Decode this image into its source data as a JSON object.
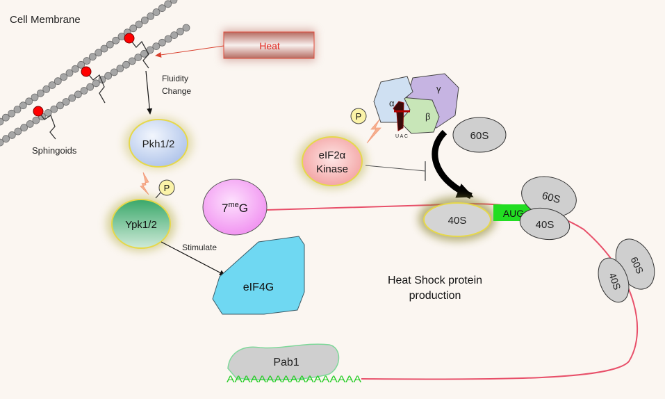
{
  "labels": {
    "cell_membrane": "Cell Membrane",
    "heat": "Heat",
    "fluidity_line1": "Fluidity",
    "fluidity_line2": "Change",
    "sphingoids": "Sphingoids",
    "pkh": "Pkh1/2",
    "ypk": "Ypk1/2",
    "phospho": "P",
    "stimulate": "Stimulate",
    "eif4g": "eIF4G",
    "cap_base": "7",
    "cap_sup": "me",
    "cap_g": "G",
    "kinase_line1": "eIF2α",
    "kinase_line2": "Kinase",
    "alpha": "α",
    "beta": "β",
    "gamma": "γ",
    "anticodon": "U A C",
    "ribo_60s": "60S",
    "ribo_40s": "40S",
    "aug": "AUG",
    "hsp_line1": "Heat Shock protein",
    "hsp_line2": "production",
    "pab1": "Pab1",
    "polya": "AAAAAAAAAAAAAAAAA"
  },
  "colors": {
    "background": "#fbf6f1",
    "phospho_dot": "#ff0000",
    "lipid_bead": "#a6a6a6",
    "heat_text": "#e0261e",
    "mrna": "#e8506a",
    "aug_box": "#22dd22",
    "polya": "#22cc22",
    "yellow_outline": "#e6d84a"
  }
}
